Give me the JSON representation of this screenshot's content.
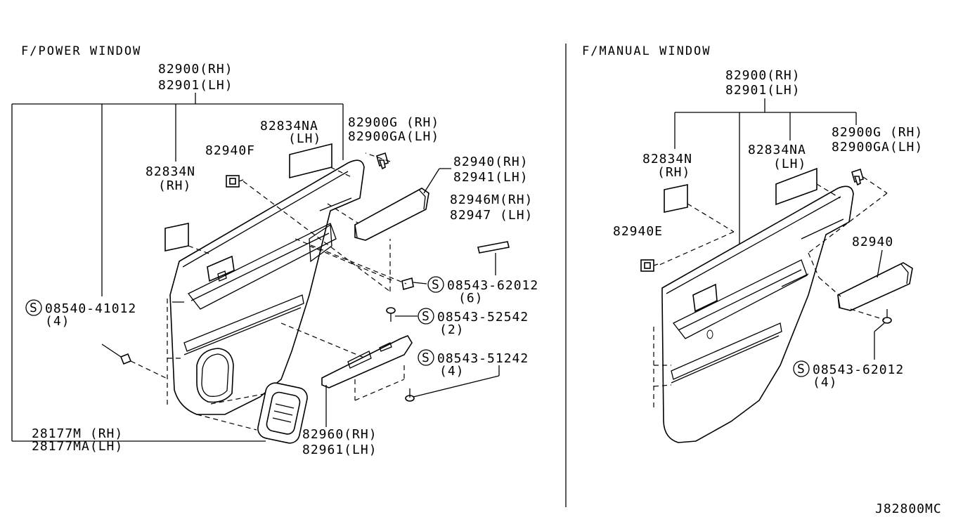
{
  "left_panel": {
    "heading": "F/POWER WINDOW",
    "labels": {
      "trim_rh": "82900(RH)",
      "trim_lh": "82901(LH)",
      "pad_na_code": "82834NA",
      "pad_na_side": "(LH)",
      "clip_g_rh": "82900G (RH)",
      "clip_ga_lh": "82900GA(LH)",
      "clip_f": "82940F",
      "pad_n_code": "82834N",
      "pad_n_side": "(RH)",
      "armrest_rh": "82940(RH)",
      "armrest_lh": "82941(LH)",
      "pad_m_rh": "82946M(RH)",
      "pad_m_lh": "82947 (LH)",
      "screw_a_code": "08543-62012",
      "screw_a_qty": "(6)",
      "screw_b_code": "08543-52542",
      "screw_b_qty": "(2)",
      "screw_c_code": "08543-51242",
      "screw_c_qty": "(4)",
      "screw_d_code": "08540-41012",
      "screw_d_qty": "(4)",
      "speaker_rh": "28177M  (RH)",
      "speaker_lh": "28177MA(LH)",
      "switch_rh": "82960(RH)",
      "switch_lh": "82961(LH)"
    }
  },
  "right_panel": {
    "heading": "F/MANUAL WINDOW",
    "labels": {
      "trim_rh": "82900(RH)",
      "trim_lh": "82901(LH)",
      "clip_g_rh": "82900G (RH)",
      "clip_ga_lh": "82900GA(LH)",
      "pad_n_code": "82834N",
      "pad_n_side": "(RH)",
      "pad_na_code": "82834NA",
      "pad_na_side": "(LH)",
      "clip_e": "82940E",
      "armrest": "82940",
      "screw_code": "08543-62012",
      "screw_qty": "(4)"
    }
  },
  "diagram_id": "J82800MC",
  "screw_symbol": "S"
}
